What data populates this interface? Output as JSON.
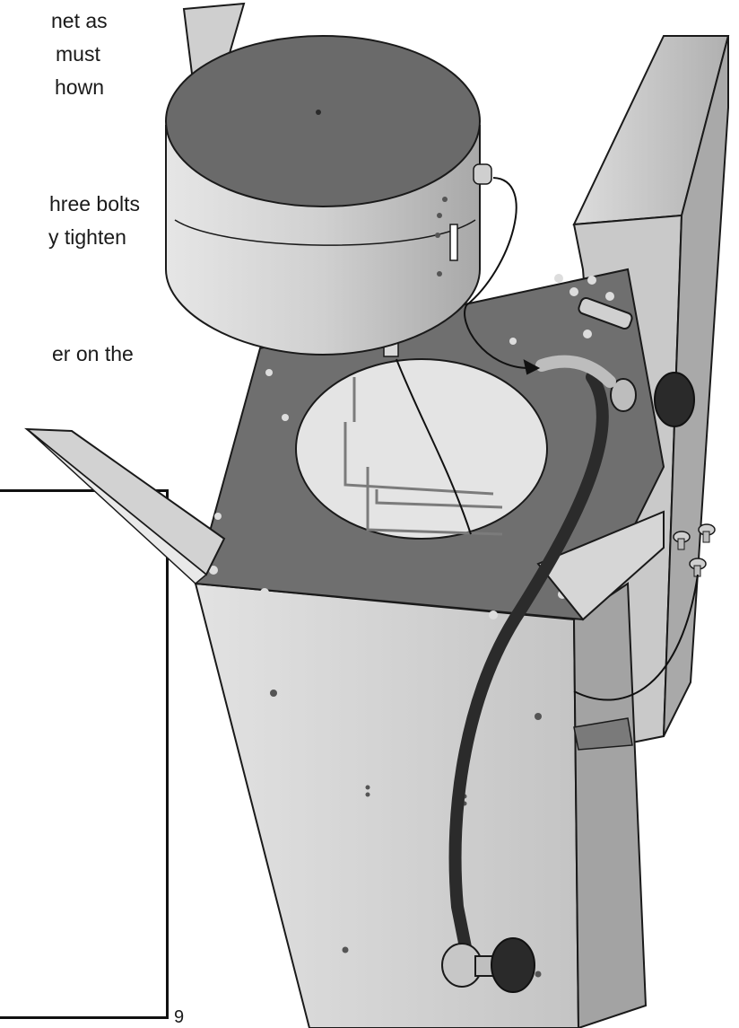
{
  "page": {
    "text_fragments": [
      "net as",
      "must",
      "hown",
      "hree bolts",
      "y tighten",
      "er on the"
    ],
    "page_number": "9"
  },
  "illustration": {
    "parts": [
      "burner-bowl",
      "firebox-top-panel",
      "side-flap-left",
      "side-flap-right",
      "rear-upright",
      "cabinet-front",
      "gas-hose",
      "regulator-knob",
      "control-valve",
      "bolt",
      "wire-rack"
    ],
    "colors": {
      "panel_dark": "#6f6f6f",
      "panel_light": "#d4d4d4",
      "metal_mid": "#bfbfbf",
      "hose": "#2b2b2b",
      "outline": "#1a1a1a"
    }
  }
}
